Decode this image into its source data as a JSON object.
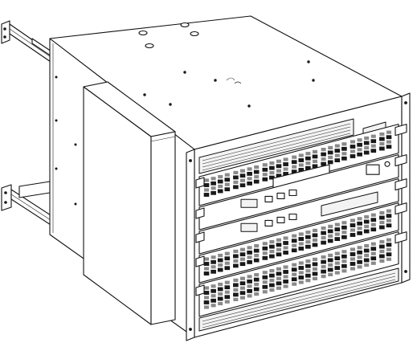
{
  "figure": {
    "kind": "line-drawing",
    "subject": "rack-mounted-chassis",
    "components": {
      "chassis": 1,
      "port_blades": 4,
      "control_modules": 2,
      "rack_rails": 2,
      "mounting_brackets": 2
    },
    "colors": {
      "stroke": "#111111",
      "fill": "#ffffff",
      "shade": "#f3f3f3"
    }
  }
}
